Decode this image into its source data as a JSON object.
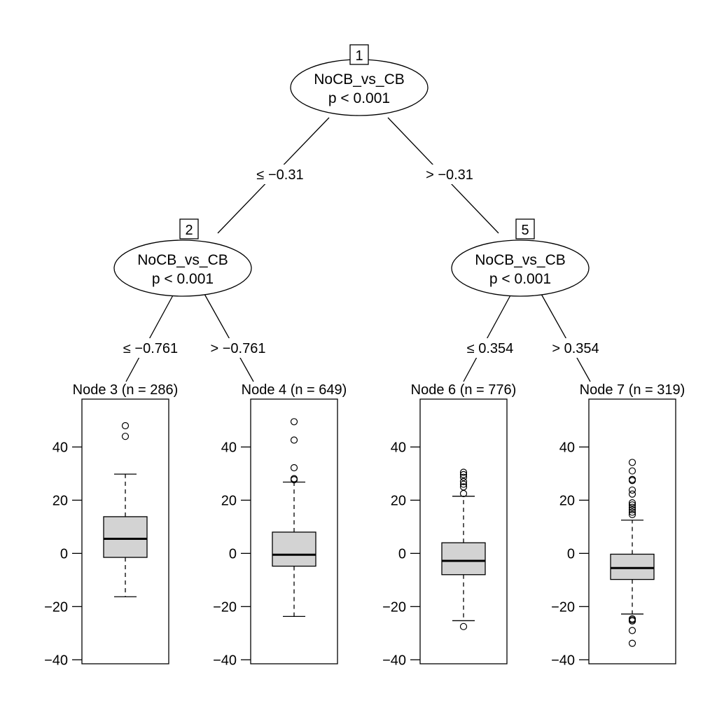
{
  "colors": {
    "box_fill": "#d3d3d3",
    "stroke": "#000000"
  },
  "tree": {
    "inner_nodes": [
      {
        "id": "1",
        "variable": "NoCB_vs_CB",
        "pvalue": "p < 0.001"
      },
      {
        "id": "2",
        "variable": "NoCB_vs_CB",
        "pvalue": "p < 0.001"
      },
      {
        "id": "5",
        "variable": "NoCB_vs_CB",
        "pvalue": "p < 0.001"
      }
    ],
    "edges": [
      {
        "from": "1",
        "to": "2",
        "label": "≤ −0.31"
      },
      {
        "from": "1",
        "to": "5",
        "label": "> −0.31"
      },
      {
        "from": "2",
        "to": "3",
        "label": "≤ −0.761"
      },
      {
        "from": "2",
        "to": "4",
        "label": "> −0.761"
      },
      {
        "from": "5",
        "to": "6",
        "label": "≤ 0.354"
      },
      {
        "from": "5",
        "to": "7",
        "label": "> 0.354"
      }
    ]
  },
  "chart_data": {
    "type": "boxplot",
    "ylim": [
      -41.5,
      58
    ],
    "yticks": [
      -40,
      -20,
      0,
      20,
      40
    ],
    "ytick_labels": [
      "−40",
      "−20",
      "0",
      "20",
      "40"
    ],
    "panels": [
      {
        "title": "Node 3 (n = 286)",
        "whisker_low": -16.3,
        "q1": -1.5,
        "median": 5.5,
        "q3": 13.8,
        "whisker_high": 29.8,
        "outliers": [
          48,
          44
        ]
      },
      {
        "title": "Node 4 (n = 649)",
        "whisker_low": -23.7,
        "q1": -4.8,
        "median": -0.5,
        "q3": 8,
        "whisker_high": 26.8,
        "outliers": [
          49.5,
          42.6,
          32.2,
          28.1,
          27.7
        ]
      },
      {
        "title": "Node 6 (n = 776)",
        "whisker_low": -25.3,
        "q1": -8,
        "median": -2.8,
        "q3": 4,
        "whisker_high": 21.5,
        "outliers": [
          30.5,
          29.6,
          28.6,
          27,
          26,
          25,
          22.5,
          -27.5
        ]
      },
      {
        "title": "Node 7 (n = 319)",
        "whisker_low": -22.8,
        "q1": -9.8,
        "median": -5.5,
        "q3": -0.3,
        "whisker_high": 12.5,
        "outliers": [
          34.2,
          31,
          27.8,
          27.4,
          23.8,
          22.3,
          19,
          18.2,
          17.3,
          16.4,
          15.5,
          14.6,
          -24.6,
          -25.4,
          -25,
          -29,
          -33.8
        ]
      }
    ]
  }
}
